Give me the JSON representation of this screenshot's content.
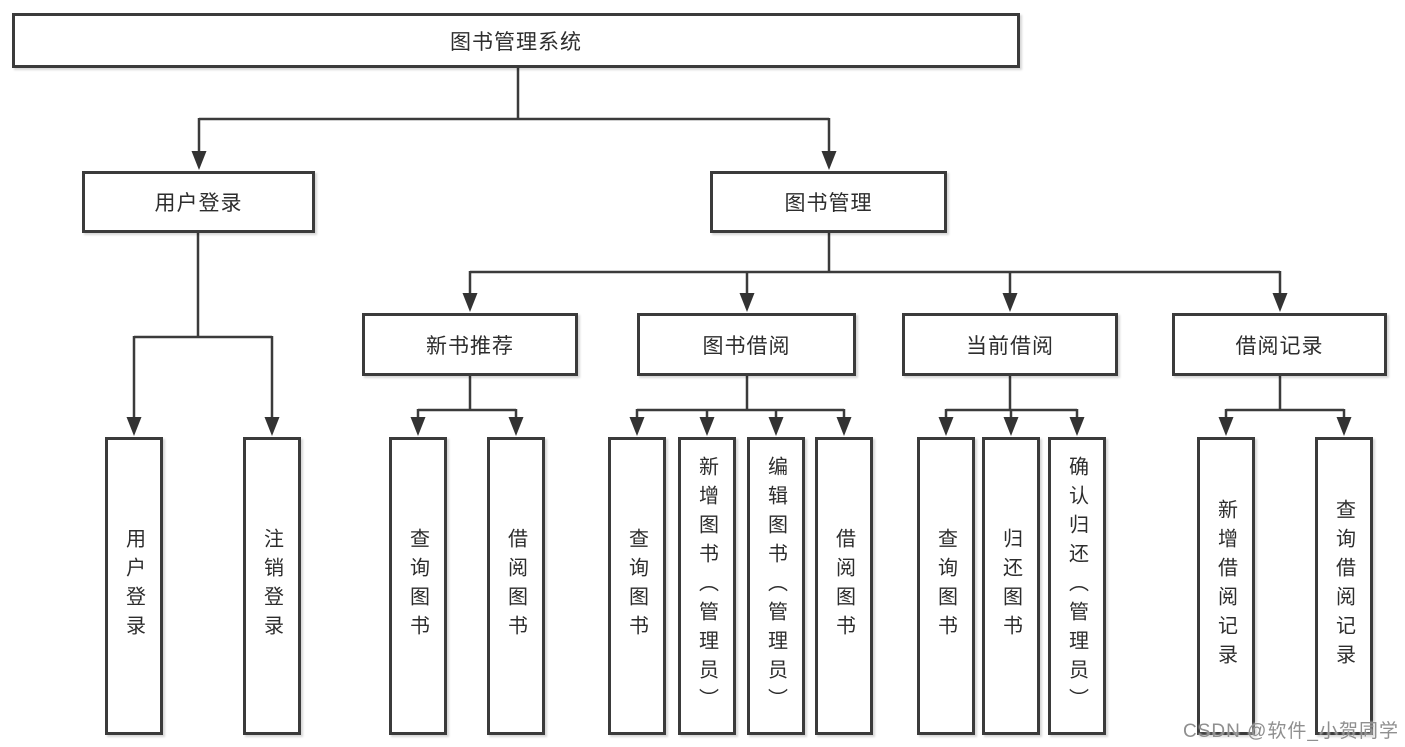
{
  "tree": {
    "root": {
      "label": "图书管理系统"
    },
    "level2": {
      "user_login": {
        "label": "用户登录"
      },
      "book_management": {
        "label": "图书管理"
      }
    },
    "level3": {
      "new_book_recommend": {
        "label": "新书推荐"
      },
      "book_borrowing": {
        "label": "图书借阅"
      },
      "current_borrowing": {
        "label": "当前借阅"
      },
      "borrowing_records": {
        "label": "借阅记录"
      }
    },
    "leaves": {
      "user_login": [
        "用户登录",
        "注销登录"
      ],
      "new_book_recommend": [
        "查询图书",
        "借阅图书"
      ],
      "book_borrowing": [
        "查询图书",
        "新增图书（管理员）",
        "编辑图书（管理员）",
        "借阅图书"
      ],
      "current_borrowing": [
        "查询图书",
        "归还图书",
        "确认归还（管理员）"
      ],
      "borrowing_records": [
        "新增借阅记录",
        "查询借阅记录"
      ]
    }
  },
  "watermark": {
    "text": "CSDN @软件_小贺同学"
  },
  "colors": {
    "line": "#3b3b3b",
    "text": "#2d2d2d",
    "watermark": "#8f8f8f",
    "background": "#ffffff"
  }
}
